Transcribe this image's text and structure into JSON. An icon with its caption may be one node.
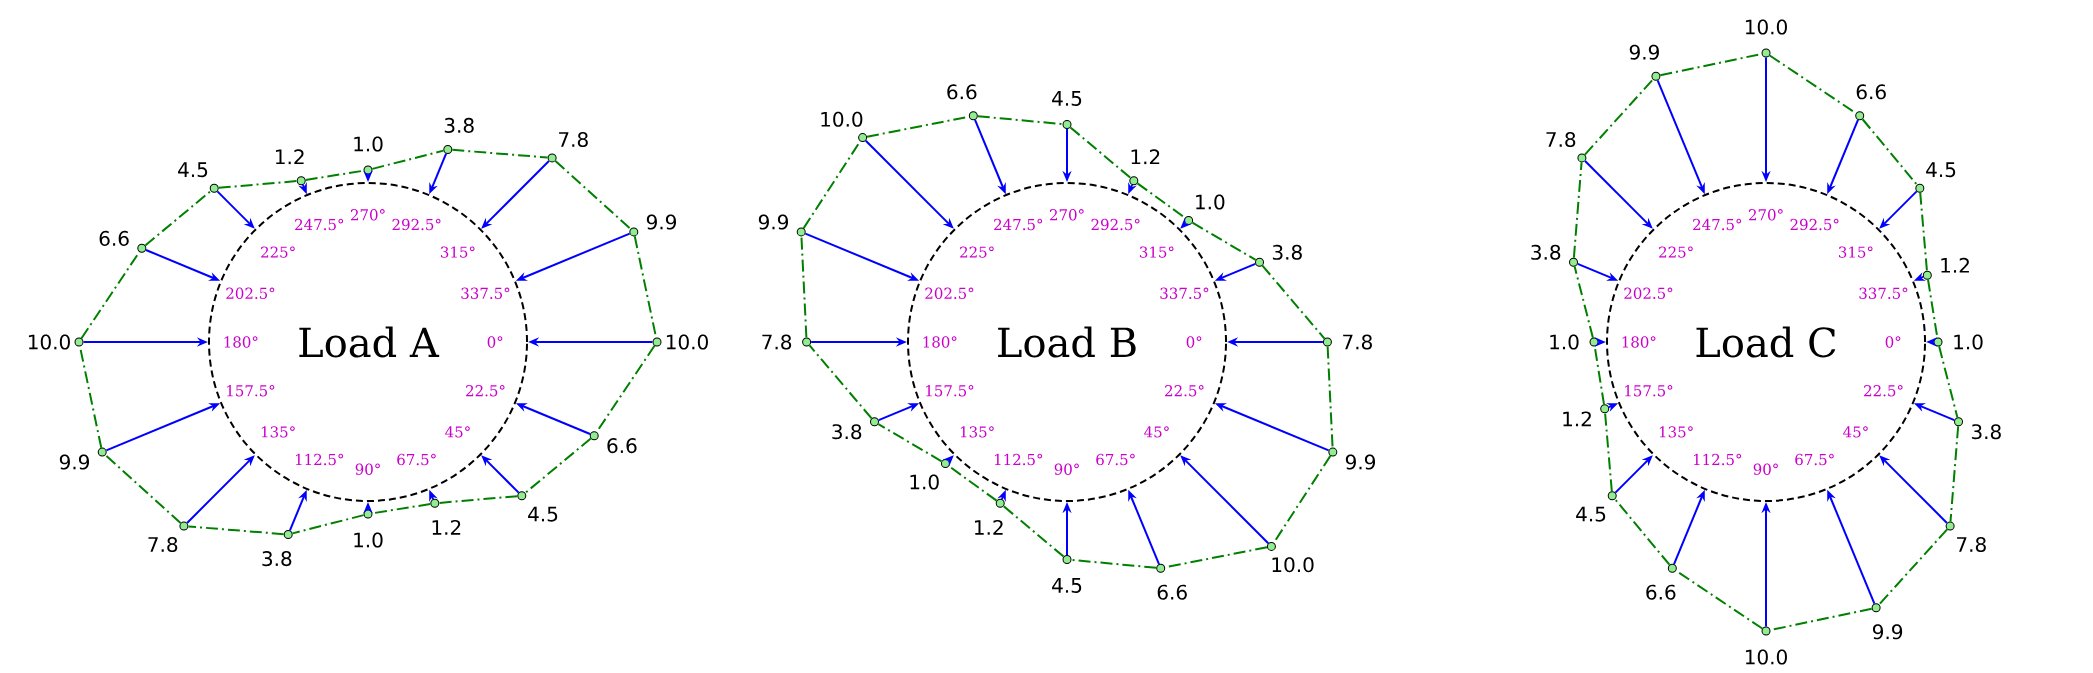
{
  "diagram": {
    "nodes": [
      {
        "text": [
          "Load A"
        ]
      },
      {
        "text": [],
        "shape": "circle",
        "beside": [
          "10.0"
        ]
      },
      {
        "text": [],
        "shape": "circle",
        "beside": [
          "6.6"
        ]
      },
      {
        "text": [],
        "shape": "circle",
        "beside": [
          "4.5"
        ]
      },
      {
        "text": [],
        "shape": "circle",
        "beside": [
          "1.2"
        ]
      },
      {
        "text": [],
        "shape": "circle",
        "beside": [
          "1.0"
        ]
      },
      {
        "text": [],
        "shape": "circle",
        "beside": [
          "3.8"
        ]
      },
      {
        "text": [],
        "shape": "circle",
        "beside": [
          "7.8"
        ]
      },
      {
        "text": [],
        "shape": "circle",
        "beside": [
          "9.9"
        ]
      },
      {
        "text": [],
        "shape": "circle",
        "beside": [
          "10.0"
        ]
      },
      {
        "text": [],
        "shape": "circle",
        "beside": [
          "6.6"
        ]
      },
      {
        "text": [],
        "shape": "circle",
        "beside": [
          "4.5"
        ]
      },
      {
        "text": [],
        "shape": "circle",
        "beside": [
          "1.2"
        ]
      },
      {
        "text": [],
        "shape": "circle",
        "beside": [
          "1.0"
        ]
      },
      {
        "text": [],
        "shape": "circle",
        "beside": [
          "3.8"
        ]
      },
      {
        "text": [],
        "shape": "circle",
        "beside": [
          "7.8"
        ]
      },
      {
        "text": [],
        "shape": "circle",
        "beside": [
          "9.9"
        ]
      },
      {
        "text": [
          "Load B"
        ]
      },
      {
        "text": [],
        "shape": "circle",
        "beside": [
          "7.8"
        ]
      },
      {
        "text": [],
        "shape": "circle",
        "beside": [
          "9.9"
        ]
      },
      {
        "text": [],
        "shape": "circle",
        "beside": [
          "10.0"
        ]
      },
      {
        "text": [],
        "shape": "circle",
        "beside": [
          "6.6"
        ]
      },
      {
        "text": [],
        "shape": "circle",
        "beside": [
          "4.5"
        ]
      },
      {
        "text": [],
        "shape": "circle",
        "beside": [
          "1.2"
        ]
      },
      {
        "text": [],
        "shape": "circle",
        "beside": [
          "1.0"
        ]
      },
      {
        "text": [],
        "shape": "circle",
        "beside": [
          "3.8"
        ]
      },
      {
        "text": [],
        "shape": "circle",
        "beside": [
          "7.8"
        ]
      },
      {
        "text": [],
        "shape": "circle",
        "beside": [
          "9.9"
        ]
      },
      {
        "text": [],
        "shape": "circle",
        "beside": [
          "10.0"
        ]
      },
      {
        "text": [],
        "shape": "circle",
        "beside": [
          "6.6"
        ]
      },
      {
        "text": [],
        "shape": "circle",
        "beside": [
          "4.5"
        ]
      },
      {
        "text": [],
        "shape": "circle",
        "beside": [
          "1.2"
        ]
      },
      {
        "text": [],
        "shape": "circle",
        "beside": [
          "1.0"
        ]
      },
      {
        "text": [],
        "shape": "circle",
        "beside": [
          "3.8"
        ]
      },
      {
        "text": [
          "Load C"
        ]
      },
      {
        "text": [],
        "shape": "circle",
        "beside": [
          "1.0"
        ]
      },
      {
        "text": [],
        "shape": "circle",
        "beside": [
          "3.8"
        ]
      },
      {
        "text": [],
        "shape": "circle",
        "beside": [
          "7.8"
        ]
      },
      {
        "text": [],
        "shape": "circle",
        "beside": [
          "9.9"
        ]
      },
      {
        "text": [],
        "shape": "circle",
        "beside": [
          "10.0"
        ]
      },
      {
        "text": [],
        "shape": "circle",
        "beside": [
          "6.6"
        ]
      },
      {
        "text": [],
        "shape": "circle",
        "beside": [
          "4.5"
        ]
      },
      {
        "text": [],
        "shape": "circle",
        "beside": [
          "1.2"
        ]
      },
      {
        "text": [],
        "shape": "circle",
        "beside": [
          "1.0"
        ]
      },
      {
        "text": [],
        "shape": "circle",
        "beside": [
          "3.8"
        ]
      },
      {
        "text": [],
        "shape": "circle",
        "beside": [
          "7.8"
        ]
      },
      {
        "text": [],
        "shape": "circle",
        "beside": [
          "9.9"
        ]
      },
      {
        "text": [],
        "shape": "circle",
        "beside": [
          "10.0"
        ]
      },
      {
        "text": [],
        "shape": "circle",
        "beside": [
          "6.6"
        ]
      },
      {
        "text": [],
        "shape": "circle",
        "beside": [
          "4.5"
        ]
      },
      {
        "text": [],
        "shape": "circle",
        "beside": [
          "1.2"
        ]
      }
    ],
    "edges": [
      {
        "from": 1,
        "to": 0,
        "arrow": "to",
        "color": "#0000ff"
      },
      {
        "from": 2,
        "to": 0,
        "arrow": "to",
        "color": "#0000ff"
      },
      {
        "from": 3,
        "to": 0,
        "arrow": "to",
        "color": "#0000ff"
      },
      {
        "from": 4,
        "to": 0,
        "arrow": "to",
        "color": "#0000ff"
      },
      {
        "from": 5,
        "to": 0,
        "arrow": "to",
        "color": "#0000ff"
      },
      {
        "from": 6,
        "to": 0,
        "arrow": "to",
        "color": "#0000ff"
      },
      {
        "from": 7,
        "to": 0,
        "arrow": "to",
        "color": "#0000ff"
      },
      {
        "from": 8,
        "to": 0,
        "arrow": "to",
        "color": "#0000ff"
      },
      {
        "from": 9,
        "to": 0,
        "arrow": "to",
        "color": "#0000ff"
      },
      {
        "from": 10,
        "to": 0,
        "arrow": "to",
        "color": "#0000ff"
      },
      {
        "from": 11,
        "to": 0,
        "arrow": "to",
        "color": "#0000ff"
      },
      {
        "from": 12,
        "to": 0,
        "arrow": "to",
        "color": "#0000ff"
      },
      {
        "from": 13,
        "to": 0,
        "arrow": "to",
        "color": "#0000ff"
      },
      {
        "from": 14,
        "to": 0,
        "arrow": "to",
        "color": "#0000ff"
      },
      {
        "from": 15,
        "to": 0,
        "arrow": "to",
        "color": "#0000ff"
      },
      {
        "from": 16,
        "to": 0,
        "arrow": "to",
        "color": "#0000ff"
      },
      {
        "from": 1,
        "to": 2,
        "arrow": "none",
        "style": "dashed",
        "color": "#008000"
      },
      {
        "from": 2,
        "to": 3,
        "arrow": "none",
        "style": "dashed",
        "color": "#008000"
      },
      {
        "from": 3,
        "to": 4,
        "arrow": "none",
        "style": "dashed",
        "color": "#008000"
      },
      {
        "from": 4,
        "to": 5,
        "arrow": "none",
        "style": "dashed",
        "color": "#008000"
      },
      {
        "from": 5,
        "to": 6,
        "arrow": "none",
        "style": "dashed",
        "color": "#008000"
      },
      {
        "from": 6,
        "to": 7,
        "arrow": "none",
        "style": "dashed",
        "color": "#008000"
      },
      {
        "from": 7,
        "to": 8,
        "arrow": "none",
        "style": "dashed",
        "color": "#008000"
      },
      {
        "from": 8,
        "to": 9,
        "arrow": "none",
        "style": "dashed",
        "color": "#008000"
      },
      {
        "from": 9,
        "to": 10,
        "arrow": "none",
        "style": "dashed",
        "color": "#008000"
      },
      {
        "from": 10,
        "to": 11,
        "arrow": "none",
        "style": "dashed",
        "color": "#008000"
      },
      {
        "from": 11,
        "to": 12,
        "arrow": "none",
        "style": "dashed",
        "color": "#008000"
      },
      {
        "from": 12,
        "to": 13,
        "arrow": "none",
        "style": "dashed",
        "color": "#008000"
      },
      {
        "from": 13,
        "to": 14,
        "arrow": "none",
        "style": "dashed",
        "color": "#008000"
      },
      {
        "from": 14,
        "to": 15,
        "arrow": "none",
        "style": "dashed",
        "color": "#008000"
      },
      {
        "from": 15,
        "to": 16,
        "arrow": "none",
        "style": "dashed",
        "color": "#008000"
      },
      {
        "from": 16,
        "to": 1,
        "arrow": "none",
        "style": "dashed",
        "color": "#008000"
      },
      {
        "from": 18,
        "to": 17,
        "arrow": "to",
        "color": "#0000ff"
      },
      {
        "from": 19,
        "to": 17,
        "arrow": "to",
        "color": "#0000ff"
      },
      {
        "from": 20,
        "to": 17,
        "arrow": "to",
        "color": "#0000ff"
      },
      {
        "from": 21,
        "to": 17,
        "arrow": "to",
        "color": "#0000ff"
      },
      {
        "from": 22,
        "to": 17,
        "arrow": "to",
        "color": "#0000ff"
      },
      {
        "from": 23,
        "to": 17,
        "arrow": "to",
        "color": "#0000ff"
      },
      {
        "from": 24,
        "to": 17,
        "arrow": "to",
        "color": "#0000ff"
      },
      {
        "from": 25,
        "to": 17,
        "arrow": "to",
        "color": "#0000ff"
      },
      {
        "from": 26,
        "to": 17,
        "arrow": "to",
        "color": "#0000ff"
      },
      {
        "from": 27,
        "to": 17,
        "arrow": "to",
        "color": "#0000ff"
      },
      {
        "from": 28,
        "to": 17,
        "arrow": "to",
        "color": "#0000ff"
      },
      {
        "from": 29,
        "to": 17,
        "arrow": "to",
        "color": "#0000ff"
      },
      {
        "from": 30,
        "to": 17,
        "arrow": "to",
        "color": "#0000ff"
      },
      {
        "from": 31,
        "to": 17,
        "arrow": "to",
        "color": "#0000ff"
      },
      {
        "from": 32,
        "to": 17,
        "arrow": "to",
        "color": "#0000ff"
      },
      {
        "from": 33,
        "to": 17,
        "arrow": "to",
        "color": "#0000ff"
      },
      {
        "from": 18,
        "to": 19,
        "arrow": "none",
        "style": "dashed",
        "color": "#008000"
      },
      {
        "from": 19,
        "to": 20,
        "arrow": "none",
        "style": "dashed",
        "color": "#008000"
      },
      {
        "from": 20,
        "to": 21,
        "arrow": "none",
        "style": "dashed",
        "color": "#008000"
      },
      {
        "from": 21,
        "to": 22,
        "arrow": "none",
        "style": "dashed",
        "color": "#008000"
      },
      {
        "from": 22,
        "to": 23,
        "arrow": "none",
        "style": "dashed",
        "color": "#008000"
      },
      {
        "from": 23,
        "to": 24,
        "arrow": "none",
        "style": "dashed",
        "color": "#008000"
      },
      {
        "from": 24,
        "to": 25,
        "arrow": "none",
        "style": "dashed",
        "color": "#008000"
      },
      {
        "from": 25,
        "to": 26,
        "arrow": "none",
        "style": "dashed",
        "color": "#008000"
      },
      {
        "from": 26,
        "to": 27,
        "arrow": "none",
        "style": "dashed",
        "color": "#008000"
      },
      {
        "from": 27,
        "to": 28,
        "arrow": "none",
        "style": "dashed",
        "color": "#008000"
      },
      {
        "from": 28,
        "to": 29,
        "arrow": "none",
        "style": "dashed",
        "color": "#008000"
      },
      {
        "from": 29,
        "to": 30,
        "arrow": "none",
        "style": "dashed",
        "color": "#008000"
      },
      {
        "from": 30,
        "to": 31,
        "arrow": "none",
        "style": "dashed",
        "color": "#008000"
      },
      {
        "from": 31,
        "to": 32,
        "arrow": "none",
        "style": "dashed",
        "color": "#008000"
      },
      {
        "from": 32,
        "to": 33,
        "arrow": "none",
        "style": "dashed",
        "color": "#008000"
      },
      {
        "from": 33,
        "to": 18,
        "arrow": "none",
        "style": "dashed",
        "color": "#008000"
      },
      {
        "from": 35,
        "to": 34,
        "arrow": "to",
        "color": "#0000ff"
      },
      {
        "from": 36,
        "to": 34,
        "arrow": "to",
        "color": "#0000ff"
      },
      {
        "from": 37,
        "to": 34,
        "arrow": "to",
        "color": "#0000ff"
      },
      {
        "from": 38,
        "to": 34,
        "arrow": "to",
        "color": "#0000ff"
      },
      {
        "from": 39,
        "to": 34,
        "arrow": "to",
        "color": "#0000ff"
      },
      {
        "from": 40,
        "to": 34,
        "arrow": "to",
        "color": "#0000ff"
      },
      {
        "from": 41,
        "to": 34,
        "arrow": "to",
        "color": "#0000ff"
      },
      {
        "from": 42,
        "to": 34,
        "arrow": "to",
        "color": "#0000ff"
      },
      {
        "from": 43,
        "to": 34,
        "arrow": "to",
        "color": "#0000ff"
      },
      {
        "from": 44,
        "to": 34,
        "arrow": "to",
        "color": "#0000ff"
      },
      {
        "from": 45,
        "to": 34,
        "arrow": "to",
        "color": "#0000ff"
      },
      {
        "from": 46,
        "to": 34,
        "arrow": "to",
        "color": "#0000ff"
      },
      {
        "from": 47,
        "to": 34,
        "arrow": "to",
        "color": "#0000ff"
      },
      {
        "from": 48,
        "to": 34,
        "arrow": "to",
        "color": "#0000ff"
      },
      {
        "from": 49,
        "to": 34,
        "arrow": "to",
        "color": "#0000ff"
      },
      {
        "from": 50,
        "to": 34,
        "arrow": "to",
        "color": "#0000ff"
      },
      {
        "from": 35,
        "to": 36,
        "arrow": "none",
        "style": "dashed",
        "color": "#008000"
      },
      {
        "from": 36,
        "to": 37,
        "arrow": "none",
        "style": "dashed",
        "color": "#008000"
      },
      {
        "from": 37,
        "to": 38,
        "arrow": "none",
        "style": "dashed",
        "color": "#008000"
      },
      {
        "from": 38,
        "to": 39,
        "arrow": "none",
        "style": "dashed",
        "color": "#008000"
      },
      {
        "from": 39,
        "to": 40,
        "arrow": "none",
        "style": "dashed",
        "color": "#008000"
      },
      {
        "from": 40,
        "to": 41,
        "arrow": "none",
        "style": "dashed",
        "color": "#008000"
      },
      {
        "from": 41,
        "to": 42,
        "arrow": "none",
        "style": "dashed",
        "color": "#008000"
      },
      {
        "from": 42,
        "to": 43,
        "arrow": "none",
        "style": "dashed",
        "color": "#008000"
      },
      {
        "from": 43,
        "to": 44,
        "arrow": "none",
        "style": "dashed",
        "color": "#008000"
      },
      {
        "from": 44,
        "to": 45,
        "arrow": "none",
        "style": "dashed",
        "color": "#008000"
      },
      {
        "from": 45,
        "to": 46,
        "arrow": "none",
        "style": "dashed",
        "color": "#008000"
      },
      {
        "from": 46,
        "to": 47,
        "arrow": "none",
        "style": "dashed",
        "color": "#008000"
      },
      {
        "from": 47,
        "to": 48,
        "arrow": "none",
        "style": "dashed",
        "color": "#008000"
      },
      {
        "from": 48,
        "to": 49,
        "arrow": "none",
        "style": "dashed",
        "color": "#008000"
      },
      {
        "from": 49,
        "to": 50,
        "arrow": "none",
        "style": "dashed",
        "color": "#008000"
      },
      {
        "from": 50,
        "to": 35,
        "arrow": "none",
        "style": "dashed",
        "color": "#008000"
      }
    ],
    "labels": [
      "0°",
      "22.5°",
      "45°",
      "67.5°",
      "90°",
      "112.5°",
      "135°",
      "157.5°",
      "180°",
      "202.5°",
      "225°",
      "247.5°",
      "270°",
      "292.5°",
      "315°",
      "337.5°",
      "0°",
      "22.5°",
      "45°",
      "67.5°",
      "90°",
      "112.5°",
      "135°",
      "157.5°",
      "180°",
      "202.5°",
      "225°",
      "247.5°",
      "270°",
      "292.5°",
      "315°",
      "337.5°",
      "0°",
      "22.5°",
      "45°",
      "67.5°",
      "90°",
      "112.5°",
      "135°",
      "157.5°",
      "180°",
      "202.5°",
      "225°",
      "247.5°",
      "270°",
      "292.5°",
      "315°",
      "337.5°"
    ]
  }
}
